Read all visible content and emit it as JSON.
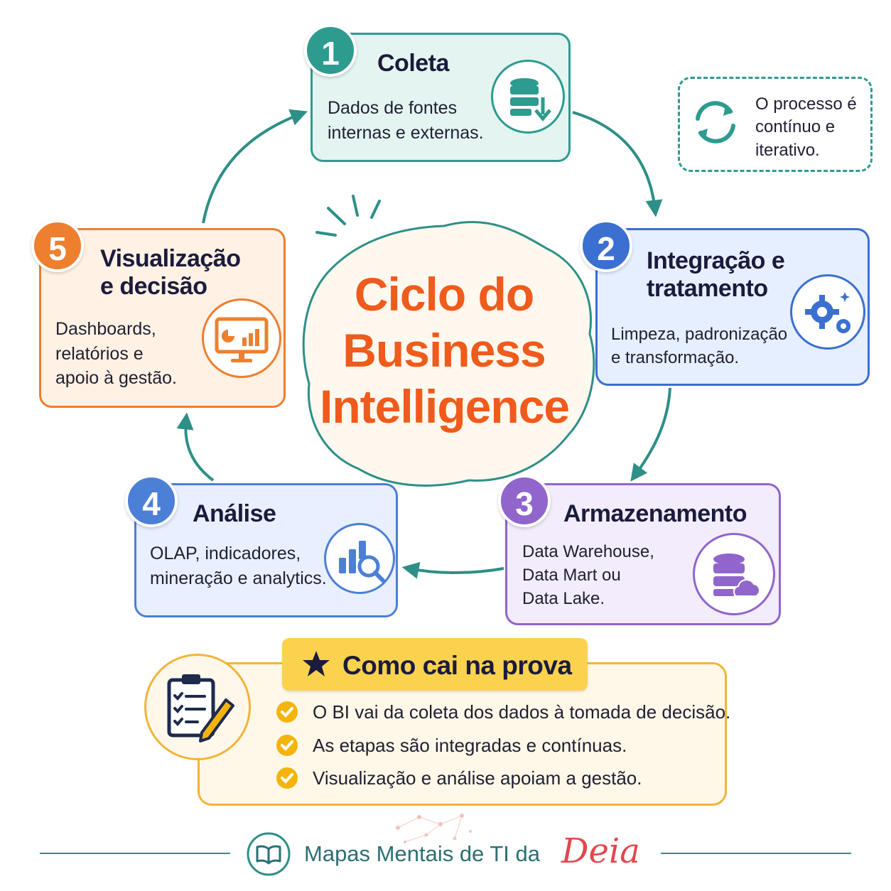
{
  "center": {
    "title_lines": [
      "Ciclo do",
      "Business",
      "Intelligence"
    ]
  },
  "note": {
    "lines": [
      "O processo é",
      "contínuo e",
      "iterativo."
    ]
  },
  "stages": [
    {
      "number": "1",
      "title_lines": [
        "Coleta"
      ],
      "text_lines": [
        "Dados de fontes",
        "internas e externas."
      ],
      "icon": "database-download-icon",
      "color": "#2e9b8f"
    },
    {
      "number": "2",
      "title_lines": [
        "Integração e",
        "tratamento"
      ],
      "text_lines": [
        "Limpeza, padronização",
        "e transformação."
      ],
      "icon": "gears-icon",
      "color": "#3b6fd0"
    },
    {
      "number": "3",
      "title_lines": [
        "Armazenamento"
      ],
      "text_lines": [
        "Data Warehouse,",
        "Data Mart ou",
        "Data Lake."
      ],
      "icon": "database-cloud-icon",
      "color": "#9065cc"
    },
    {
      "number": "4",
      "title_lines": [
        "Análise"
      ],
      "text_lines": [
        "OLAP, indicadores,",
        "mineração e analytics."
      ],
      "icon": "chart-magnifier-icon",
      "color": "#4c7fd6"
    },
    {
      "number": "5",
      "title_lines": [
        "Visualização",
        "e decisão"
      ],
      "text_lines": [
        "Dashboards,",
        "relatórios e",
        "apoio à gestão."
      ],
      "icon": "monitor-dashboard-icon",
      "color": "#ee7f2f"
    }
  ],
  "exam": {
    "title": "Como cai na prova",
    "items": [
      "O BI vai da coleta dos dados à tomada de decisão.",
      "As etapas são integradas e contínuas.",
      "Visualização e análise apoiam a gestão."
    ]
  },
  "footer": {
    "brand": "Mapas Mentais de TI da",
    "signature": "Deia"
  },
  "colors": {
    "teal": "#2e9b8f",
    "orange": "#ef5b1c",
    "yellow": "#fbd24e"
  }
}
